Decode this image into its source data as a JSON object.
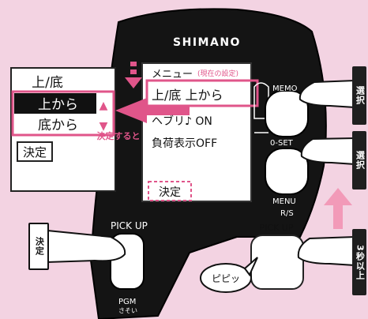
{
  "brand": "SHIMANO",
  "zoom_panel": {
    "title": "上/底",
    "option_selected": "上から",
    "option_other": "底から",
    "confirm": "決定",
    "arrow_up": "▲",
    "arrow_down": "▼"
  },
  "lcd": {
    "line1": "メニュー",
    "current_setting_label": "(現在の設定)",
    "line2": "上/底 上から",
    "line3": "ヘブリ♪ ON",
    "line4": "負荷表示OFF",
    "line5": "決定"
  },
  "callout_after_confirm": "決定すると",
  "buttons": {
    "memo": "MEMO",
    "zero_set": "0-SET",
    "menu": "MENU",
    "rs": "R/S",
    "pick_up": "PICK UP",
    "pgm": "PGM",
    "pgm_sub": "さそい",
    "pick_up_lower": "PICK UP"
  },
  "side_labels": {
    "confirm_tab": "決定",
    "select_tab_1": "選択",
    "select_tab_2": "選択",
    "hold_tab": "3秒以上"
  },
  "sound": "ピピッ",
  "colors": {
    "background": "#f3d3e2",
    "accent": "#e0558a",
    "body": "#111111"
  }
}
